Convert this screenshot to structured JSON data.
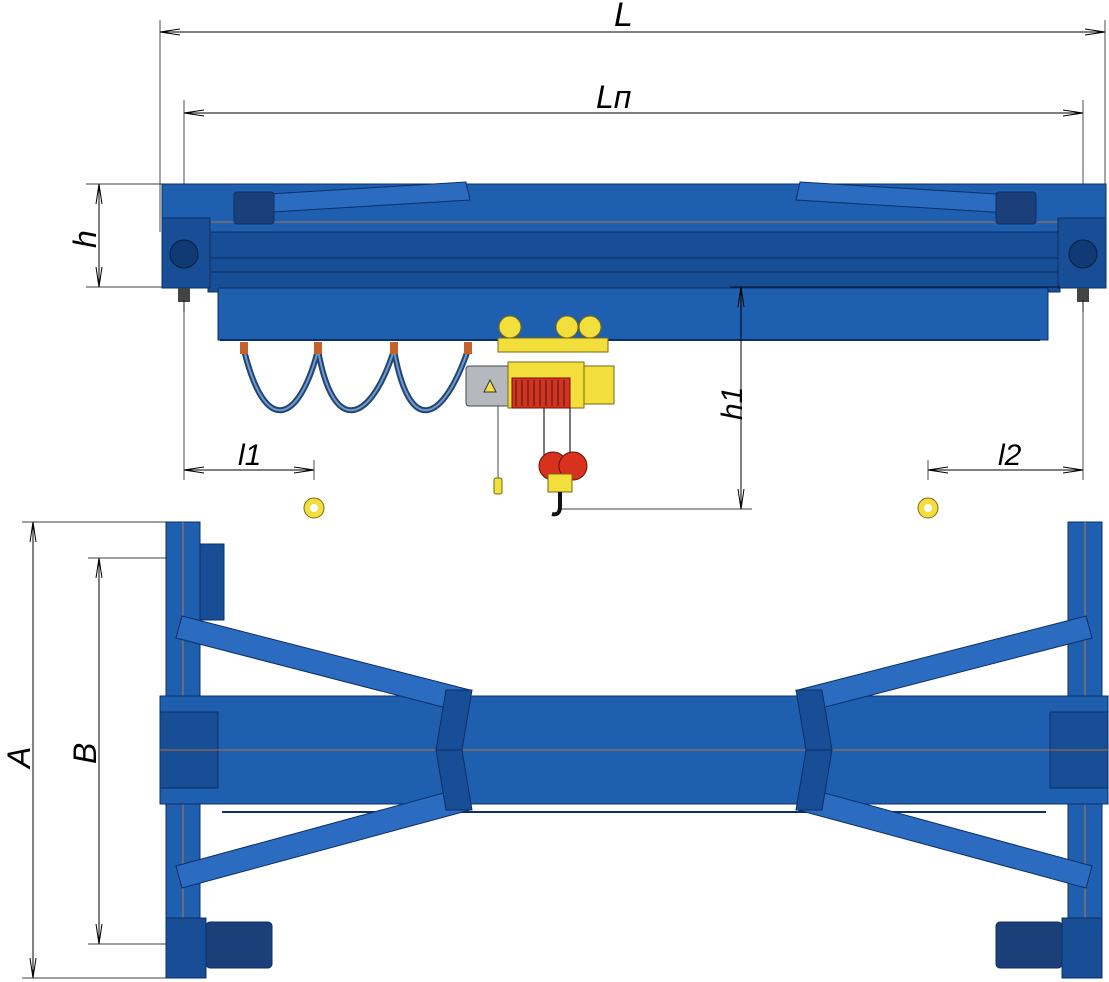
{
  "labels": {
    "L": "L",
    "Lp": "Lп",
    "h": "h",
    "h1": "h1",
    "l1": "l1",
    "l2": "l2",
    "A": "A",
    "B": "B"
  },
  "colors": {
    "steel": "#1f5fb0",
    "hoist": "#f3df3c",
    "drum": "#d8321e",
    "center_line": "#e07a2a"
  }
}
